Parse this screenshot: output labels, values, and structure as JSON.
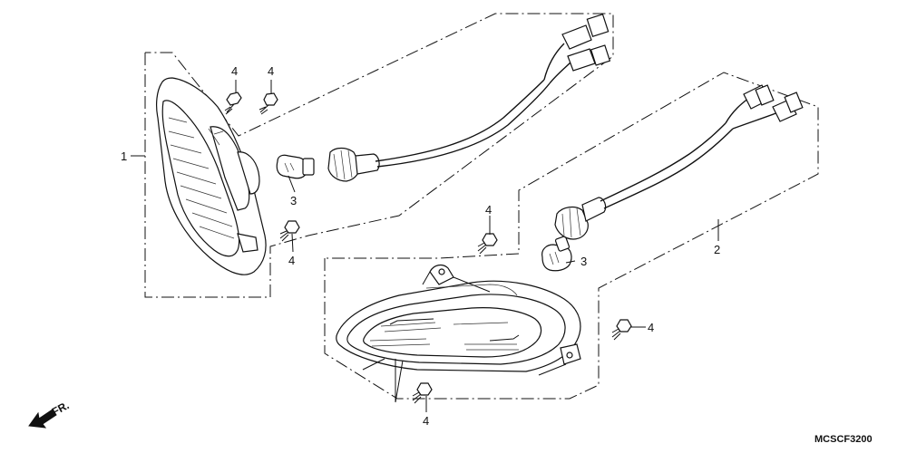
{
  "diagram": {
    "code": "MCSCF3200",
    "direction_label": "FR.",
    "callouts": {
      "c1": "1",
      "c2": "2",
      "c3a": "3",
      "c3b": "3",
      "c4a": "4",
      "c4b": "4",
      "c4c": "4",
      "c4d": "4",
      "c4e": "4",
      "c4f": "4"
    }
  }
}
